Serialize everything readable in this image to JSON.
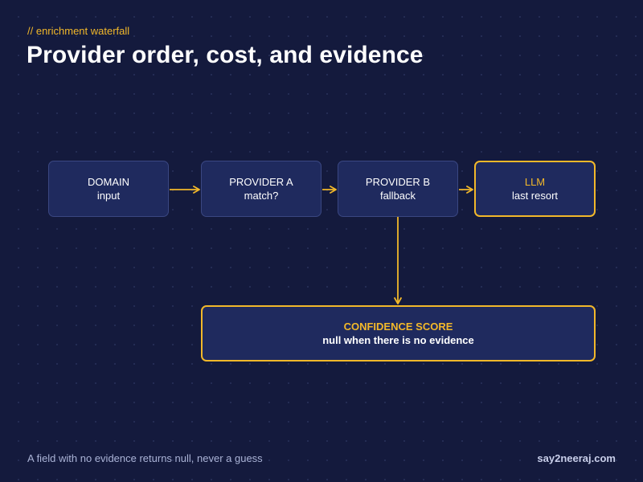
{
  "header": {
    "eyebrow": "// enrichment waterfall",
    "title": "Provider order, cost, and evidence"
  },
  "nodes": {
    "domain": {
      "title": "DOMAIN",
      "sub": "input"
    },
    "provider_a": {
      "title": "PROVIDER A",
      "sub": "match?"
    },
    "provider_b": {
      "title": "PROVIDER B",
      "sub": "fallback"
    },
    "llm": {
      "title": "LLM",
      "sub": "last resort"
    },
    "confidence": {
      "title": "CONFIDENCE SCORE",
      "sub": "null when there is no evidence"
    }
  },
  "footer": {
    "note": "A field with no evidence returns null, never a guess",
    "credit": "say2neeraj.com"
  },
  "colors": {
    "background": "#141a3d",
    "node_fill": "#1f2a5e",
    "node_border": "#3a4782",
    "accent": "#f2b82a"
  }
}
